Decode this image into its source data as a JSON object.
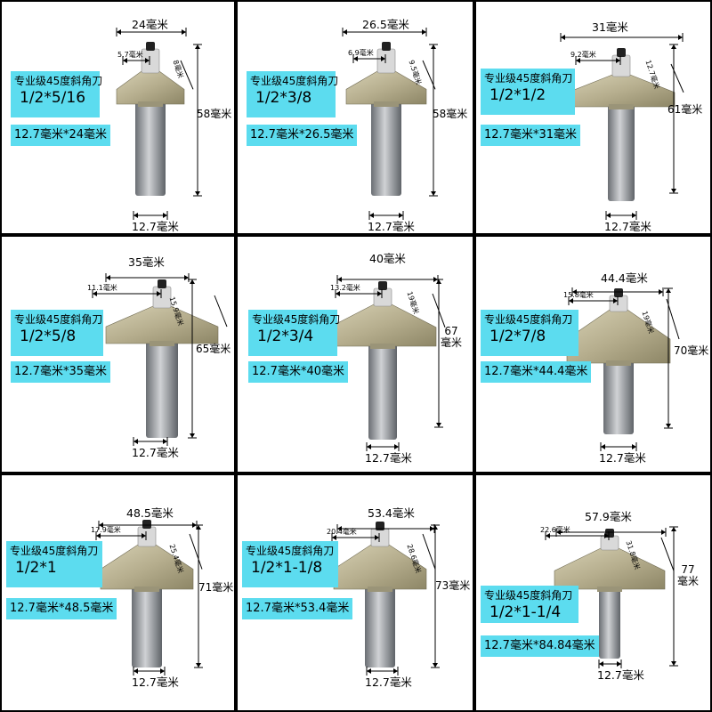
{
  "products": [
    {
      "title": "专业级45度斜角刀",
      "size": "1/2*5/16",
      "spec": "12.7毫米*24毫米",
      "top_width": "24毫米",
      "bearing": "5.7毫米",
      "cut_length": "8毫米",
      "total_length": "58毫米",
      "shank": "12.7毫米"
    },
    {
      "title": "专业级45度斜角刀",
      "size": "1/2*3/8",
      "spec": "12.7毫米*26.5毫米",
      "top_width": "26.5毫米",
      "bearing": "6.9毫米",
      "cut_length": "9.5毫米",
      "total_length": "58毫米",
      "shank": "12.7毫米"
    },
    {
      "title": "专业级45度斜角刀",
      "size": "1/2*1/2",
      "spec": "12.7毫米*31毫米",
      "top_width": "31毫米",
      "bearing": "9.2毫米",
      "cut_length": "12.7毫米",
      "total_length": "61毫米",
      "shank": "12.7毫米"
    },
    {
      "title": "专业级45度斜角刀",
      "size": "1/2*5/8",
      "spec": "12.7毫米*35毫米",
      "top_width": "35毫米",
      "bearing": "11.1毫米",
      "cut_length": "15.9毫米",
      "total_length": "65毫米",
      "shank": "12.7毫米"
    },
    {
      "title": "专业级45度斜角刀",
      "size": "1/2*3/4",
      "spec": "12.7毫米*40毫米",
      "top_width": "40毫米",
      "bearing": "13.2毫米",
      "cut_length": "19毫米",
      "total_length": "67\n毫米",
      "shank": "12.7毫米"
    },
    {
      "title": "专业级45度斜角刀",
      "size": "1/2*7/8",
      "spec": "12.7毫米*44.4毫米",
      "top_width": "44.4毫米",
      "bearing": "15.8毫米",
      "cut_length": "19毫米",
      "total_length": "70毫米",
      "shank": "12.7毫米"
    },
    {
      "title": "专业级45度斜角刀",
      "size": "1/2*1",
      "spec": "12.7毫米*48.5毫米",
      "top_width": "48.5毫米",
      "bearing": "17.9毫米",
      "cut_length": "25.4毫米",
      "total_length": "71毫米",
      "shank": "12.7毫米"
    },
    {
      "title": "专业级45度斜角刀",
      "size": "1/2*1-1/8",
      "spec": "12.7毫米*53.4毫米",
      "top_width": "53.4毫米",
      "bearing": "20.4毫米",
      "cut_length": "28.6毫米",
      "total_length": "73毫米",
      "shank": "12.7毫米"
    },
    {
      "title": "专业级45度斜角刀",
      "size": "1/2*1-1/4",
      "spec": "12.7毫米*84.84毫米",
      "top_width": "57.9毫米",
      "bearing": "22.6毫米",
      "cut_length": "31.8毫米",
      "total_length": "77\n毫米",
      "shank": "12.7毫米"
    }
  ],
  "colors": {
    "label_bg": "#5cdcef",
    "border": "#000000",
    "cutter": "#b6ae8e",
    "shank": "#8c8f94",
    "bearing": "#d9d9d9"
  }
}
